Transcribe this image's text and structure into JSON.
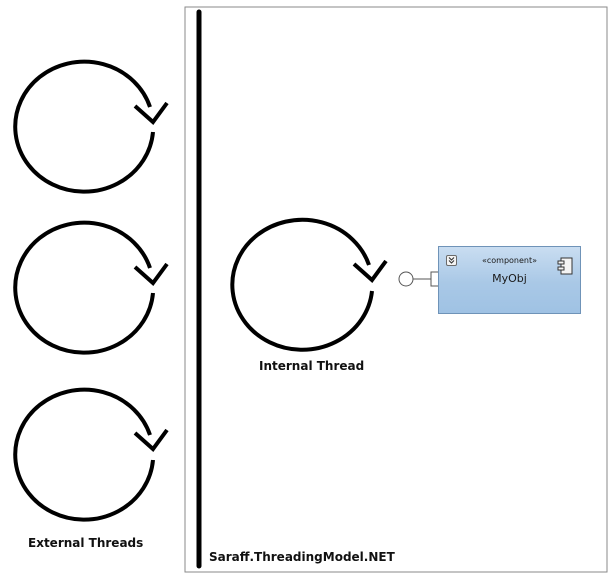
{
  "labels": {
    "external_threads": "External Threads",
    "internal_thread": "Internal Thread",
    "boundary": "Saraff.ThreadingModel.NET"
  },
  "component": {
    "stereotype": "«component»",
    "name": "MyObj",
    "fill_top": "#c9ddf1",
    "fill_bottom": "#9fc2e4",
    "border": "#6f93b8"
  },
  "icons": [
    "thread-loop-icon",
    "collapse-chevron-icon",
    "component-icon",
    "provided-interface-icon",
    "port-icon"
  ]
}
